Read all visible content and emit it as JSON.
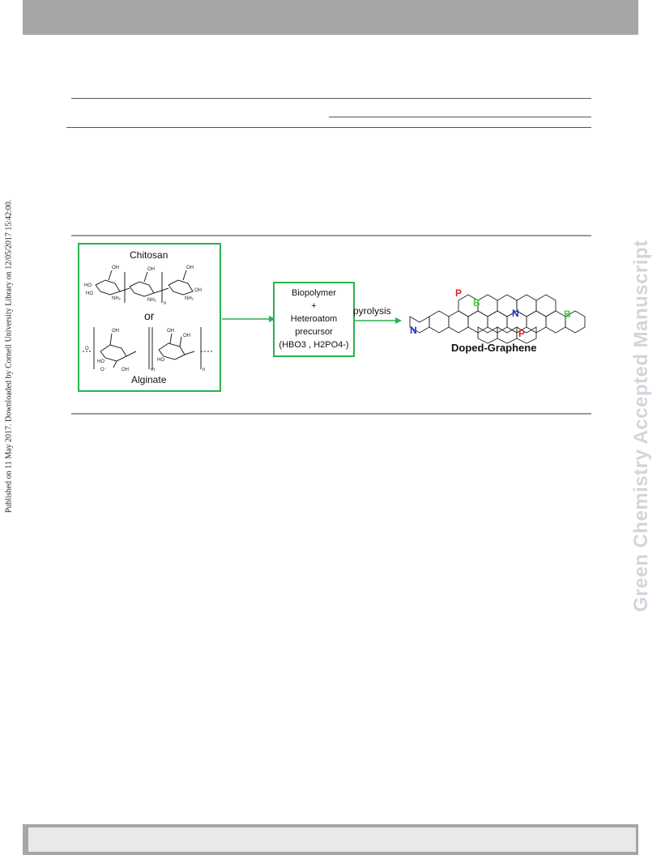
{
  "side_note": "Published on 11 May 2017. Downloaded by Cornell University Library on 12/05/2017 15:42:00.",
  "watermark": "Green Chemistry Accepted Manuscript",
  "scheme": {
    "chitosan_label": "Chitosan",
    "or_label": "or",
    "alginate_label": "Alginate",
    "repeat_n": "n",
    "repeat_m": "m",
    "box_lines": [
      "Biopolymer",
      "+",
      "Heteroatom",
      "precursor"
    ],
    "box_formula": "(HBO3 , H2PO4-)",
    "arrow_label": "pyrolysis",
    "product_label": "Doped-Graphene",
    "atoms": [
      "P",
      "B",
      "N",
      "N",
      "B",
      "P"
    ],
    "groups": [
      "OH",
      "HO",
      "NH2",
      "O"
    ],
    "colors": {
      "frame": "#2bb24c",
      "P": "#d62828",
      "B": "#3dcc3d",
      "N": "#1a2fcf"
    }
  }
}
